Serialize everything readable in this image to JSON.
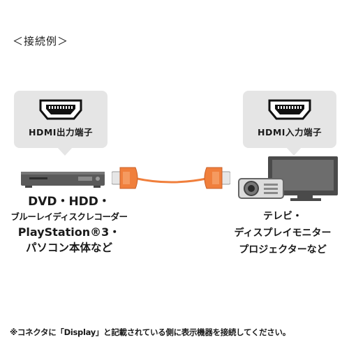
{
  "heading": "＜接続例＞",
  "source": {
    "port_label": "HDMI出力端子",
    "lines": [
      "DVD・HDD・",
      "ブルーレイディスクレコーダー",
      "PlayStation®3・",
      "パソコン本体など"
    ]
  },
  "destination": {
    "port_label": "HDMI入力端子",
    "lines": [
      "テレビ・",
      "ディスプレイモニター",
      "プロジェクターなど"
    ]
  },
  "note": "※コネクタに「Display」と記載されている側に表示機器を接続してください。",
  "colors": {
    "bubble": "#e5e5e5",
    "cable": "#f07f3c",
    "device": "#555555",
    "text": "#1a1a1a"
  }
}
